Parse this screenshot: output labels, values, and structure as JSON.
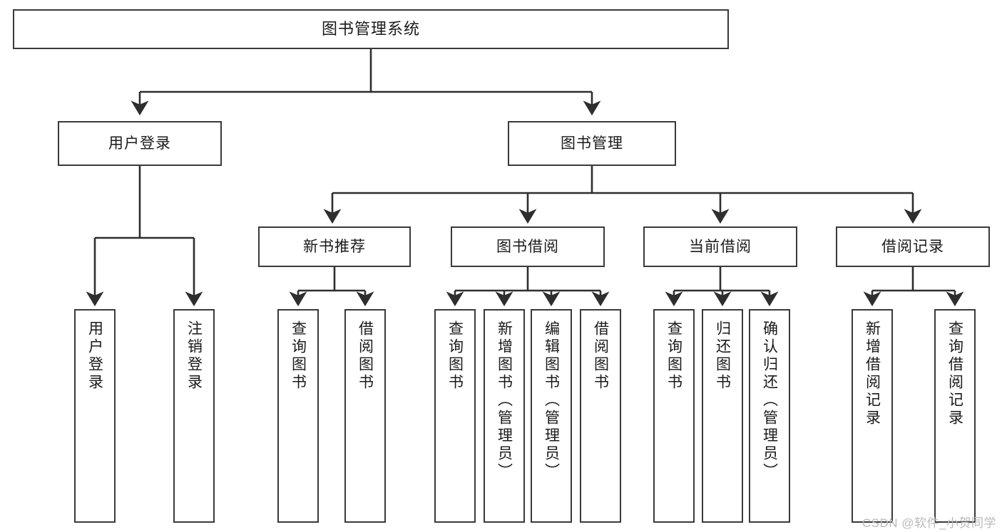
{
  "diagram": {
    "type": "tree-hierarchy-diagram",
    "title": "图书管理系统",
    "orientation": "top-down",
    "theme": {
      "box_border": "#3a3a3a",
      "box_fill": "#ffffff",
      "connector": "#2e2e2e",
      "text": "#1a1a1a",
      "background": "#ffffff",
      "watermark_color": "#b9b9b9"
    }
  },
  "nodes": {
    "root": {
      "label": "图书管理系统"
    },
    "level2": [
      {
        "id": "user-login",
        "label": "用户登录"
      },
      {
        "id": "book-manage",
        "label": "图书管理"
      }
    ],
    "level3": [
      {
        "id": "new-book-recommend",
        "label": "新书推荐"
      },
      {
        "id": "book-borrow",
        "label": "图书借阅"
      },
      {
        "id": "current-borrow",
        "label": "当前借阅"
      },
      {
        "id": "borrow-record",
        "label": "借阅记录"
      }
    ],
    "leaves": {
      "user-login": [
        {
          "id": "leaf-user-login",
          "label": "用户登录"
        },
        {
          "id": "leaf-logout",
          "label": "注销登录"
        }
      ],
      "new-book-recommend": [
        {
          "id": "leaf-query-book-1",
          "label": "查询图书"
        },
        {
          "id": "leaf-borrow-book-1",
          "label": "借阅图书"
        }
      ],
      "book-borrow": [
        {
          "id": "leaf-query-book-2",
          "label": "查询图书"
        },
        {
          "id": "leaf-add-book",
          "label": "新增图书（管理员）"
        },
        {
          "id": "leaf-edit-book",
          "label": "编辑图书（管理员）"
        },
        {
          "id": "leaf-borrow-book-2",
          "label": "借阅图书"
        }
      ],
      "current-borrow": [
        {
          "id": "leaf-query-book-3",
          "label": "查询图书"
        },
        {
          "id": "leaf-return-book",
          "label": "归还图书"
        },
        {
          "id": "leaf-confirm-return",
          "label": "确认归还（管理员）"
        }
      ],
      "borrow-record": [
        {
          "id": "leaf-add-record",
          "label": "新增借阅记录"
        },
        {
          "id": "leaf-query-record",
          "label": "查询借阅记录"
        }
      ]
    }
  },
  "watermark": {
    "text": "CSDN @软件_小贺同学"
  }
}
